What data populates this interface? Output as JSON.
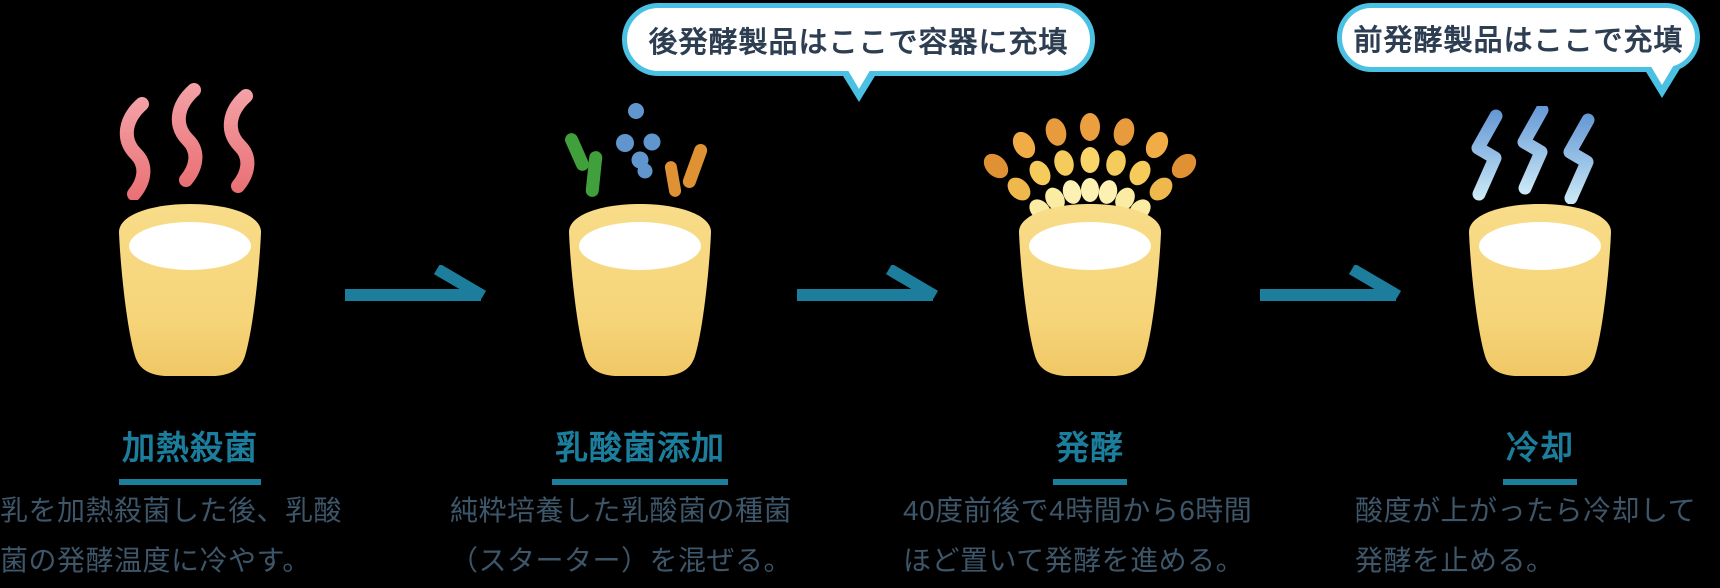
{
  "callouts": [
    {
      "text": "後発酵製品はここで容器に充填",
      "tail": "center"
    },
    {
      "text": "前発酵製品はここで充填",
      "tail": "right"
    }
  ],
  "steps": [
    {
      "title": "加熱殺菌",
      "description": "乳を加熱殺菌した後、乳酸\n菌の発酵温度に冷やす。",
      "icon": "steam-icon"
    },
    {
      "title": "乳酸菌添加",
      "description": "純粋培養した乳酸菌の種菌\n（スターター）を混ぜる。",
      "icon": "bacteria-icon"
    },
    {
      "title": "発酵",
      "description": "40度前後で4時間から6時間\nほど置いて発酵を進める。",
      "icon": "fermentation-rays-icon"
    },
    {
      "title": "冷却",
      "description": "酸度が上がったら冷却して\n発酵を止める。",
      "icon": "chill-icon"
    }
  ],
  "colors": {
    "accent_teal": "#1B7E9C",
    "bubble_border": "#4AC0E2",
    "bubble_text": "#2D3E52",
    "body_text": "#3D5669",
    "cup_yellow": "#F6D77D",
    "milk_white": "#FFFFFF",
    "steam_pink": "#EA6E72",
    "bacteria_green": "#3FA03C",
    "bacteria_blue": "#6195CE",
    "bacteria_orange": "#DF9234",
    "chill_blue": "#6194D3",
    "background": "#000000"
  }
}
